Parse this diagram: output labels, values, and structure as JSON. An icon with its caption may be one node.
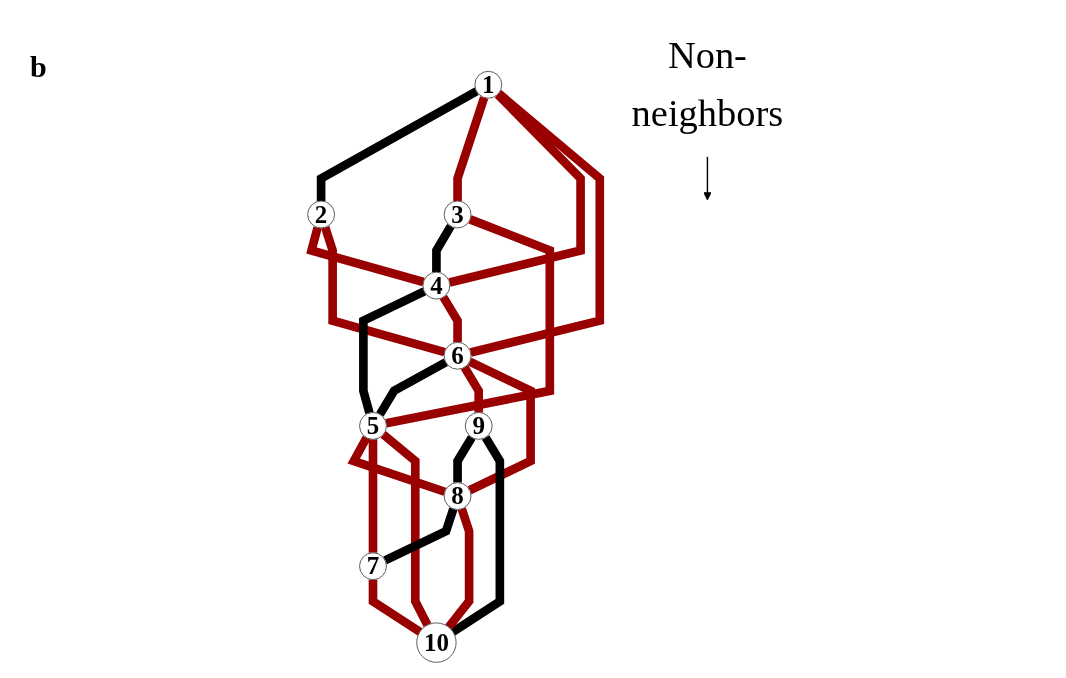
{
  "diagram": {
    "nodes": [
      {
        "text": [
          "1"
        ]
      },
      {
        "text": [
          "2"
        ]
      },
      {
        "text": [
          "3"
        ]
      },
      {
        "text": [
          "4"
        ]
      },
      {
        "text": [
          "5"
        ]
      },
      {
        "text": [
          "6"
        ]
      },
      {
        "text": [
          "7"
        ]
      },
      {
        "text": [
          "8"
        ]
      },
      {
        "text": [
          "9"
        ]
      },
      {
        "text": [
          "10"
        ]
      },
      {
        "text": [
          "Non-neighbors"
        ]
      }
    ],
    "edges": [
      {
        "from": 0,
        "to": 1,
        "arrow": "none",
        "color": "#000000"
      },
      {
        "from": 0,
        "to": 2,
        "arrow": "none",
        "color": "#990000"
      },
      {
        "from": 0,
        "to": 3,
        "arrow": "none",
        "color": "#990000"
      },
      {
        "from": 0,
        "to": 5,
        "arrow": "none",
        "color": "#990000"
      },
      {
        "from": 1,
        "to": 3,
        "arrow": "none",
        "color": "#990000"
      },
      {
        "from": 1,
        "to": 5,
        "arrow": "none",
        "color": "#990000"
      },
      {
        "from": 2,
        "to": 3,
        "arrow": "none",
        "color": "#000000"
      },
      {
        "from": 2,
        "to": 4,
        "arrow": "none",
        "color": "#990000"
      },
      {
        "from": 3,
        "to": 4,
        "arrow": "none",
        "color": "#000000"
      },
      {
        "from": 3,
        "to": 5,
        "arrow": "none",
        "color": "#990000"
      },
      {
        "from": 5,
        "to": 4,
        "arrow": "none",
        "color": "#000000"
      },
      {
        "from": 5,
        "to": 8,
        "arrow": "none",
        "color": "#990000"
      },
      {
        "from": 5,
        "to": 7,
        "arrow": "none",
        "color": "#990000"
      },
      {
        "from": 4,
        "to": 7,
        "arrow": "none",
        "color": "#990000"
      },
      {
        "from": 4,
        "to": 6,
        "arrow": "none",
        "color": "#990000"
      },
      {
        "from": 4,
        "to": 9,
        "arrow": "none",
        "color": "#990000"
      },
      {
        "from": 8,
        "to": 7,
        "arrow": "none",
        "color": "#000000"
      },
      {
        "from": 7,
        "to": 6,
        "arrow": "none",
        "color": "#000000"
      },
      {
        "from": 8,
        "to": 9,
        "arrow": "none",
        "color": "#000000"
      },
      {
        "from": 7,
        "to": 9,
        "arrow": "none",
        "color": "#990000"
      },
      {
        "from": 6,
        "to": 9,
        "arrow": "none",
        "color": "#990000"
      },
      {
        "from": 10,
        "to": null,
        "arrow": "to",
        "color": "#000000"
      }
    ],
    "labels": [
      "b"
    ]
  }
}
